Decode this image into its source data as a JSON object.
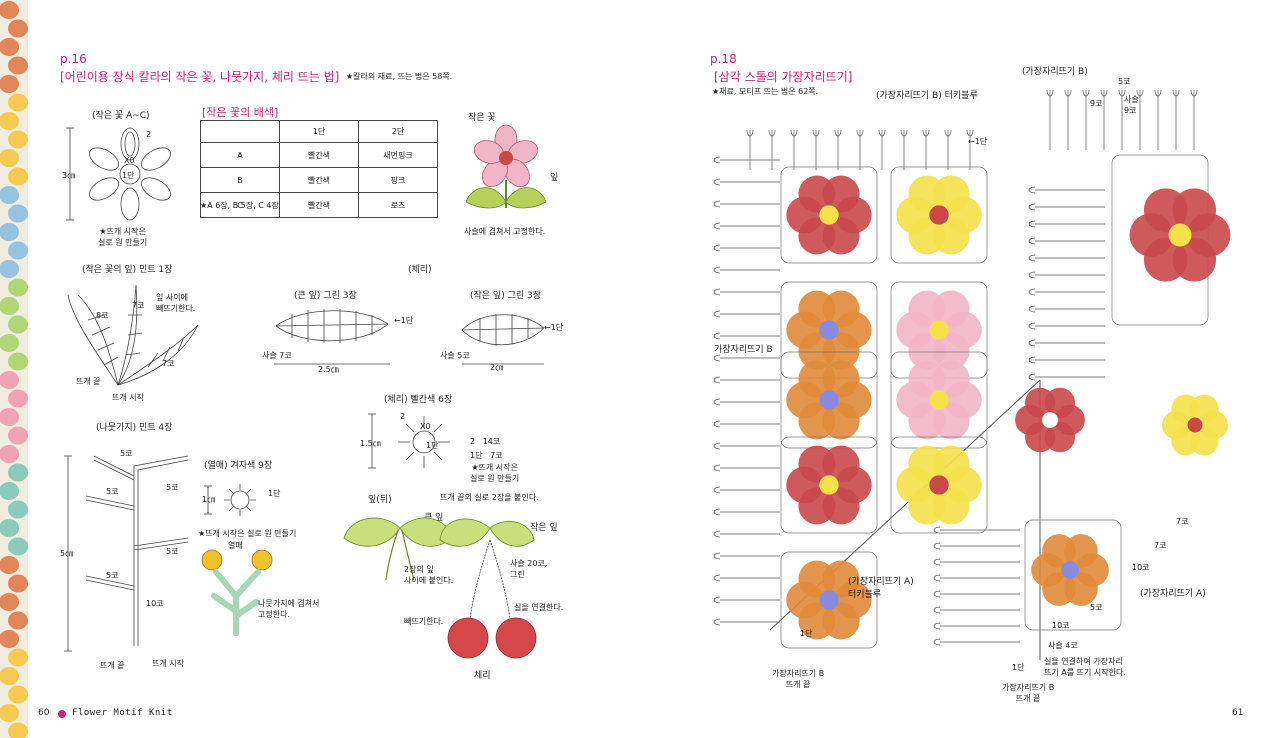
{
  "left_page": {
    "page_ref": "p.16",
    "title": "[어린이용 장식 칼라의 작은 꽃, 나뭇가지, 체리 뜨는 법]",
    "title_note": "★칼라의 재료, 뜨는 법은 58쪽.",
    "small_flower": {
      "heading": "(작은 꽃 A~C)",
      "size": "3㎝",
      "labels": {
        "n2": "2",
        "x0": "X0",
        "dan1": "1단"
      },
      "note": "★뜨개 시작은\n실로 원 만들기"
    },
    "color_table": {
      "heading": "[작은 꽃의 배색]",
      "headers": [
        "",
        "1단",
        "2단"
      ],
      "rows": [
        [
          "A",
          "빨간색",
          "새먼핑크"
        ],
        [
          "B",
          "빨간색",
          "핑크"
        ],
        [
          "C",
          "빨간색",
          "로즈"
        ]
      ],
      "note": "★A 6장, B 5장, C 4장"
    },
    "flower_illust": {
      "label_flower": "작은 꽃",
      "label_leaf": "잎",
      "note": "사슬에 겹쳐서 고정한다."
    },
    "leaf_of_flower": {
      "heading": "(작은 꽃의 잎) 민트 1장",
      "labels": {
        "c7a": "7코",
        "c8": "8코",
        "c7b": "7코",
        "between": "잎 사이에\n빼뜨기한다.",
        "end": "뜨개 끝",
        "start": "뜨개 시작"
      }
    },
    "cherry_heading": "(체리)",
    "big_leaf": {
      "heading": "(큰 잎) 그린 3장",
      "chain": "사슬 7코",
      "dan": "←1단",
      "width": "2.5㎝"
    },
    "small_leaf": {
      "heading": "(작은 잎) 그린 3장",
      "chain": "사슬 5코",
      "dan": "←1단",
      "width": "2㎝"
    },
    "branch": {
      "heading": "(나뭇가지) 민트 4장",
      "size": "5㎝",
      "labels": {
        "c5a": "5코",
        "c5b": "5코",
        "c5c": "5코",
        "c5d": "5코",
        "c5e": "5코",
        "c10": "10코",
        "end": "뜨개 끝",
        "start": "뜨개 시작"
      }
    },
    "berry": {
      "heading": "(열매) 겨자색 9장",
      "size": "1㎝",
      "dan": "1단",
      "note": "★뜨개 시작은 실로 원 만들기",
      "fruit_label": "열매",
      "attach_note": "나뭇가지에 겹쳐서\n고정한다."
    },
    "cherry": {
      "heading": "(체리) 빨간색 6장",
      "size": "1.5㎝",
      "labels": {
        "n2": "2",
        "x0": "X0",
        "dan1": "1단"
      },
      "legend": [
        "2   14코",
        "1단   7코"
      ],
      "note": "★뜨개 시작은\n실로 원 만들기"
    },
    "cherry_illust": {
      "leaf_back": "잎(뒤)",
      "top_note": "뜨개 끝의 실로 2장을 붙인다.",
      "big_leaf": "큰 잎",
      "small_leaf": "작은 잎",
      "two_leaves": "2장의 잎\n사이에 붙인다.",
      "chain20": "사슬 20코,\n그린",
      "slip": "빼뜨기한다.",
      "connect": "실을 연결한다.",
      "cherry": "체리"
    },
    "page_number": "60",
    "footer_title": "Flower Motif Knit"
  },
  "right_page": {
    "page_ref": "p.18",
    "title": "[삼각 스톨의 가장자리뜨기]",
    "title_note": "★재료, 모티프 뜨는 법은 62쪽.",
    "labels": {
      "edge_b_turq": "(가장자리뜨기 B) 터키블루",
      "edge_b": "(가장자리뜨기 B)",
      "dan1_top": "←1단",
      "c5": "5코",
      "c9a": "9코",
      "chain9": "사슬\n9코",
      "edge_b_left": "가장자리뜨기 B",
      "edge_a_turq": "(가장자리뜨기 A)\n터키블루",
      "dan1_bottom": "1단",
      "edge_b_end": "가장자리뜨기 B\n뜨개 끝",
      "c7a": "7코",
      "c7b": "7코",
      "c10a": "10코",
      "c5b": "5코",
      "c10b": "10코",
      "chain4": "사슬 4코",
      "dan1_corner": "1단",
      "connect_note": "실을 연결하여 가장자리\n뜨기 A를 뜨기 시작한다.",
      "edge_b_end2": "가장자리뜨기 B\n뜨개 끝",
      "edge_a": "(가장자리뜨기 A)"
    },
    "page_number": "61"
  },
  "colors": {
    "accent": "#c8217e",
    "red": "#c9484a",
    "yellow": "#f5e04a",
    "orange": "#e08a3a",
    "pink": "#f2b5c8",
    "green": "#b6d05a",
    "mint": "#a7d7b8",
    "mustard": "#f2c22c",
    "cherry": "#d6474a"
  }
}
